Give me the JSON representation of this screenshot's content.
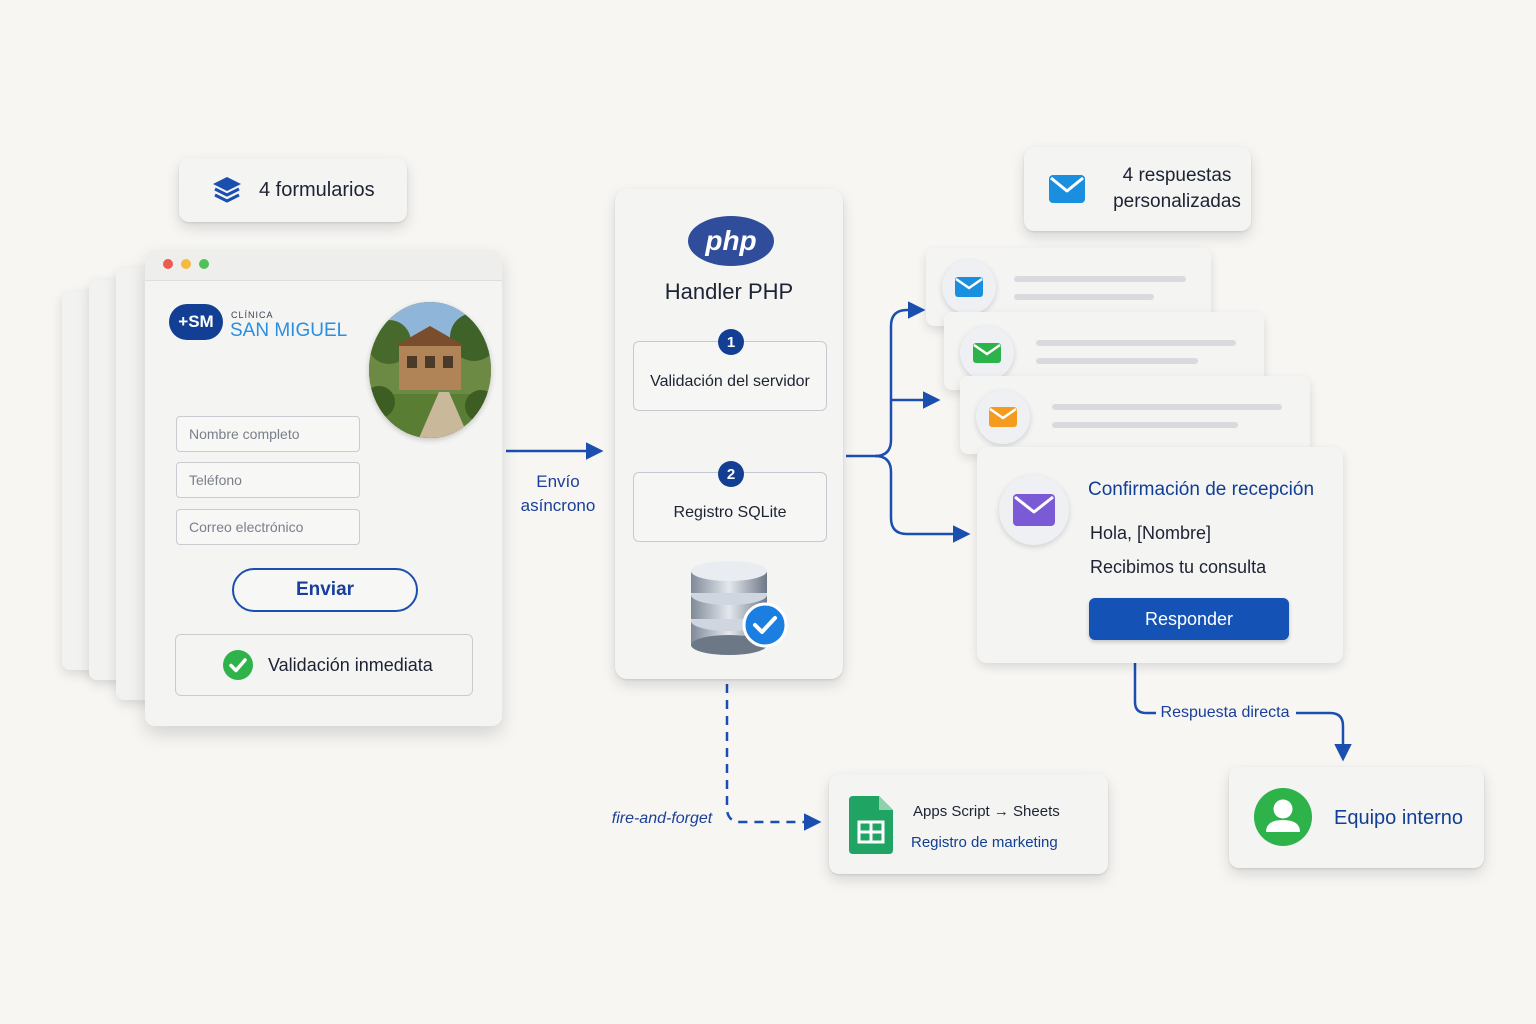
{
  "forms_badge": {
    "label": "4 formularios",
    "icon": "layers-icon"
  },
  "form": {
    "brand_small": "CLÍNICA",
    "brand_name": "SAN MIGUEL",
    "logo_text": "+SM",
    "fields": [
      {
        "placeholder": "Nombre completo"
      },
      {
        "placeholder": "Teléfono"
      },
      {
        "placeholder": "Correo electrónico"
      }
    ],
    "submit_label": "Enviar",
    "validation_label": "Validación inmediata"
  },
  "async_label": "Envío asíncrono",
  "handler": {
    "logo_text": "php",
    "title": "Handler PHP",
    "steps": [
      {
        "number": "1",
        "label": "Validación del servidor"
      },
      {
        "number": "2",
        "label": "Registro SQLite"
      }
    ]
  },
  "replies_badge": {
    "label": "4 respuestas personalizadas",
    "icon": "envelope-icon"
  },
  "email_preview": {
    "title": "Confirmación de recepción",
    "greeting": "Hola, [Nombre]",
    "body": "Recibimos tu consulta",
    "button_label": "Responder"
  },
  "fire_label": "fire-and-forget",
  "sheets": {
    "title": "Apps Script → Sheets",
    "subtitle": "Registro de marketing"
  },
  "direct_label": "Respuesta directa",
  "team": {
    "label": "Equipo interno",
    "icon": "user-icon"
  },
  "colors": {
    "accent_blue": "#1a4fb0",
    "dark_blue": "#123f93",
    "green": "#2db34a",
    "orange": "#f39c1f",
    "purple": "#7b5ad6",
    "mail_blue": "#1a8fe0"
  }
}
